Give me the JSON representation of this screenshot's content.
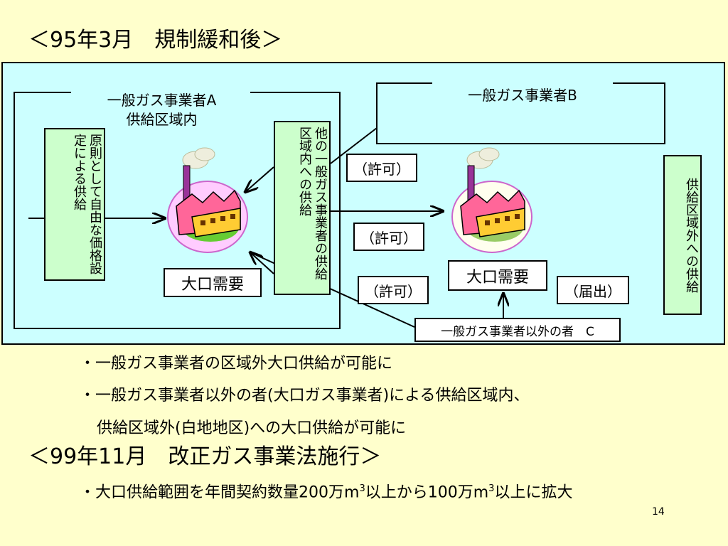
{
  "header": {
    "title": "＜95年3月　規制緩和後＞"
  },
  "diagram": {
    "area_a_title_line1": "一般ガス事業者A",
    "area_a_title_line2": "供給区域内",
    "vertical_price": "原則として自由な価格設定による供給",
    "vertical_other": "他の一般ガス事業者の供給区域内への供給",
    "vertical_outside": "供給区域外への供給",
    "company_b": "一般ガス事業者B",
    "permit_1": "（許可）",
    "permit_2": "（許可）",
    "permit_3": "（許可）",
    "notify": "（届出）",
    "large_demand_a": "大口需要",
    "large_demand_b": "大口需要",
    "company_c": "一般ガス事業者以外の者　C"
  },
  "bullets": {
    "item1": "・一般ガス事業者の区域外大口供給が可能に",
    "item2_line1": "・一般ガス事業者以外の者(大口ガス事業者)による供給区域内、",
    "item2_line2": "供給区域外(白地地区)への大口供給が可能に"
  },
  "section2": {
    "title": "＜99年11月　改正ガス事業法施行＞",
    "item_prefix": "・大口供給範囲を年間契約数量200万m",
    "sup1": "3",
    "item_middle": "以上から100万m",
    "sup2": "3",
    "item_suffix": "以上に拡大"
  },
  "page_number": "14"
}
